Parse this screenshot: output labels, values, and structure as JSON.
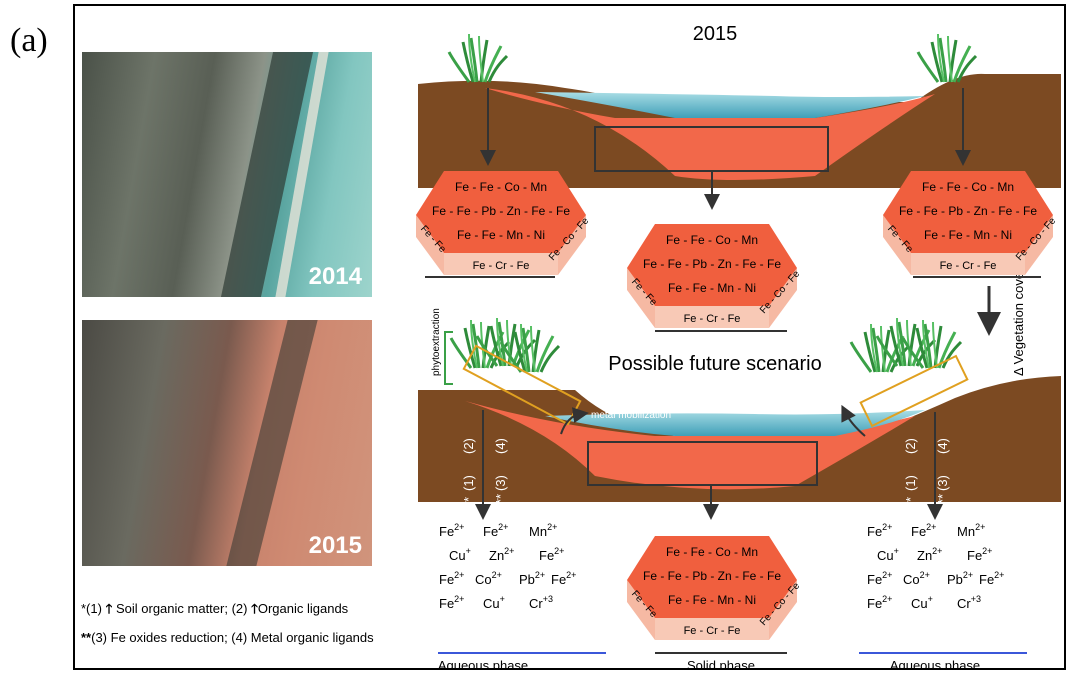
{
  "panel_label": "(a)",
  "photos": {
    "top_label": "2014",
    "bottom_label": "2015"
  },
  "top_title": "2015",
  "future_title": "Possible future scenario",
  "phytoextraction": "phytoextraction",
  "vegetation_cover": "Δ Vegetation cover",
  "metal_mobilization": "metal mobilization",
  "processes": {
    "p1": "(1)",
    "p2": "(2)",
    "p3": "(3)",
    "p4": "(4)",
    "star1": "*",
    "star2": "**"
  },
  "hexagon": {
    "row1": "Fe - Fe - Co - Mn",
    "row2": "Fe - Fe - Pb - Zn - Fe - Fe",
    "row3": "Fe - Fe - Mn - Ni",
    "edge_left": "Fe - Fe",
    "edge_bottom": "Fe - Cr - Fe",
    "edge_right": "Fe - Co - Fe"
  },
  "ions": {
    "fe2": "Fe",
    "fe_charge": "2+",
    "mn": "Mn",
    "mn_charge": "2+",
    "cu": "Cu",
    "cu_charge": "+",
    "zn": "Zn",
    "zn_charge": "2+",
    "co": "Co",
    "co_charge": "2+",
    "pb": "Pb",
    "pb_charge": "2+",
    "cr": "Cr",
    "cr_charge": "+3"
  },
  "phases": {
    "aqueous": "Aqueous phase",
    "solid": "Solid phase"
  },
  "legend": {
    "line1_prefix": "*(1)",
    "line1_a": "Soil organic matter; (2)",
    "line1_b": "Organic ligands",
    "line2": "(3) Fe oxides reduction; (4) Metal organic ligands",
    "line2_prefix": "**"
  },
  "colors": {
    "soil": "#7c4a22",
    "sediment": "#f2684a",
    "water": "#5bb6c8",
    "hex_top": "#f05f3e",
    "hex_side": "#f6b9a3",
    "grass": "#2e8b3a",
    "phase_line_blue": "#3b57d9"
  }
}
